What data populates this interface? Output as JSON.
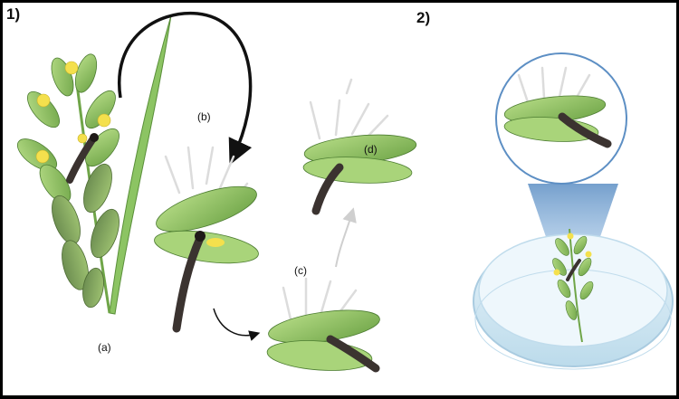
{
  "panels": [
    {
      "number": "1)"
    },
    {
      "number": "2)"
    }
  ],
  "labels": {
    "a": "(a)",
    "b": "(b)",
    "c": "(c)",
    "d": "(d)"
  },
  "colors": {
    "leaf_light": "#9ccc6a",
    "leaf_dark": "#5a8f3a",
    "flower": "#f4e04d",
    "larva": "#3b3330",
    "arrow": "#111111",
    "dish": "#cfe6f2",
    "magnifier": "#5d8fc4"
  }
}
